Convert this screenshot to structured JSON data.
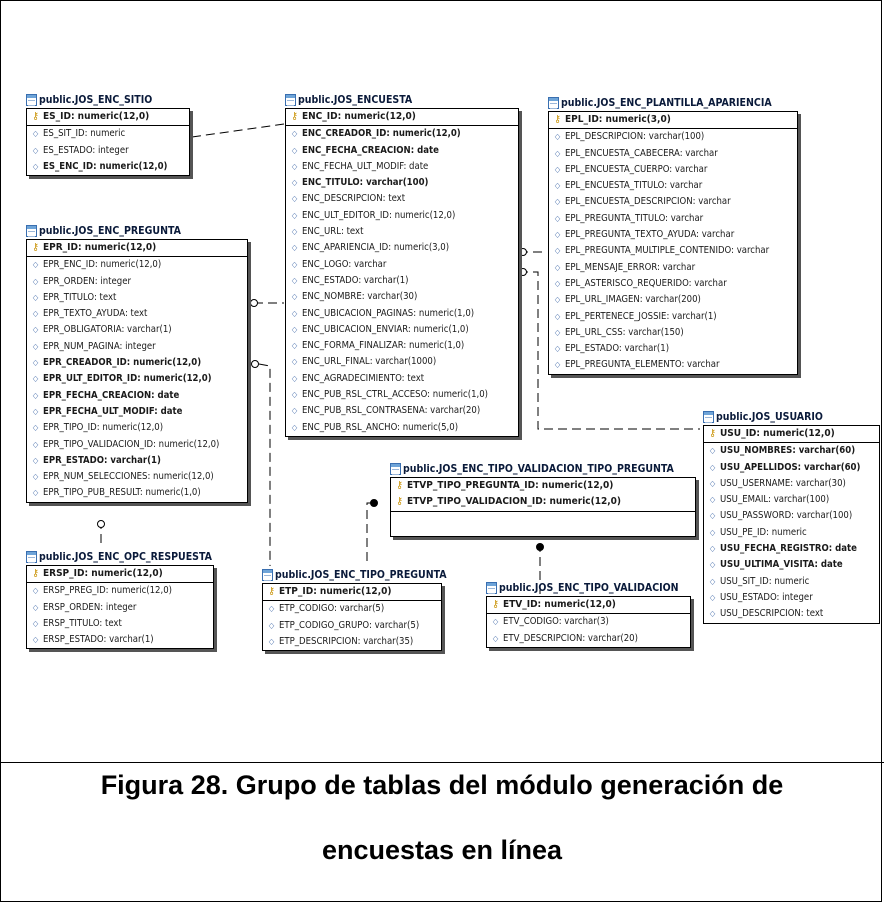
{
  "caption": {
    "line1": "Figura 28. Grupo de tablas  del módulo generación de",
    "line2": "encuestas en línea"
  },
  "tables": [
    {
      "id": "sitio",
      "title": "public.JOS_ENC_SITIO",
      "pk": [
        "ES_ID: numeric(12,0)"
      ],
      "columns": [
        {
          "text": "ES_SIT_ID: numeric",
          "bold": false
        },
        {
          "text": "ES_ESTADO: integer",
          "bold": false
        },
        {
          "text": "ES_ENC_ID: numeric(12,0)",
          "bold": true
        }
      ]
    },
    {
      "id": "encuesta",
      "title": "public.JOS_ENCUESTA",
      "pk": [
        "ENC_ID: numeric(12,0)"
      ],
      "columns": [
        {
          "text": "ENC_CREADOR_ID: numeric(12,0)",
          "bold": true
        },
        {
          "text": "ENC_FECHA_CREACION: date",
          "bold": true
        },
        {
          "text": "ENC_FECHA_ULT_MODIF: date",
          "bold": false
        },
        {
          "text": "ENC_TITULO: varchar(100)",
          "bold": true
        },
        {
          "text": "ENC_DESCRIPCION: text",
          "bold": false
        },
        {
          "text": "ENC_ULT_EDITOR_ID: numeric(12,0)",
          "bold": false
        },
        {
          "text": "ENC_URL: text",
          "bold": false
        },
        {
          "text": "ENC_APARIENCIA_ID: numeric(3,0)",
          "bold": false
        },
        {
          "text": "ENC_LOGO: varchar",
          "bold": false
        },
        {
          "text": "ENC_ESTADO: varchar(1)",
          "bold": false
        },
        {
          "text": "ENC_NOMBRE: varchar(30)",
          "bold": false
        },
        {
          "text": "ENC_UBICACION_PAGINAS: numeric(1,0)",
          "bold": false
        },
        {
          "text": "ENC_UBICACION_ENVIAR: numeric(1,0)",
          "bold": false
        },
        {
          "text": "ENC_FORMA_FINALIZAR: numeric(1,0)",
          "bold": false
        },
        {
          "text": "ENC_URL_FINAL: varchar(1000)",
          "bold": false
        },
        {
          "text": "ENC_AGRADECIMIENTO: text",
          "bold": false
        },
        {
          "text": "ENC_PUB_RSL_CTRL_ACCESO: numeric(1,0)",
          "bold": false
        },
        {
          "text": "ENC_PUB_RSL_CONTRASENA: varchar(20)",
          "bold": false
        },
        {
          "text": "ENC_PUB_RSL_ANCHO: numeric(5,0)",
          "bold": false
        }
      ]
    },
    {
      "id": "plantilla",
      "title": "public.JOS_ENC_PLANTILLA_APARIENCIA",
      "pk": [
        "EPL_ID: numeric(3,0)"
      ],
      "columns": [
        {
          "text": "EPL_DESCRIPCION: varchar(100)",
          "bold": false
        },
        {
          "text": "EPL_ENCUESTA_CABECERA: varchar",
          "bold": false
        },
        {
          "text": "EPL_ENCUESTA_CUERPO: varchar",
          "bold": false
        },
        {
          "text": "EPL_ENCUESTA_TITULO: varchar",
          "bold": false
        },
        {
          "text": "EPL_ENCUESTA_DESCRIPCION: varchar",
          "bold": false
        },
        {
          "text": "EPL_PREGUNTA_TITULO: varchar",
          "bold": false
        },
        {
          "text": "EPL_PREGUNTA_TEXTO_AYUDA: varchar",
          "bold": false
        },
        {
          "text": "EPL_PREGUNTA_MULTIPLE_CONTENIDO: varchar",
          "bold": false
        },
        {
          "text": "EPL_MENSAJE_ERROR: varchar",
          "bold": false
        },
        {
          "text": "EPL_ASTERISCO_REQUERIDO: varchar",
          "bold": false
        },
        {
          "text": "EPL_URL_IMAGEN: varchar(200)",
          "bold": false
        },
        {
          "text": "EPL_PERTENECE_JOSSIE: varchar(1)",
          "bold": false
        },
        {
          "text": "EPL_URL_CSS: varchar(150)",
          "bold": false
        },
        {
          "text": "EPL_ESTADO: varchar(1)",
          "bold": false
        },
        {
          "text": "EPL_PREGUNTA_ELEMENTO: varchar",
          "bold": false
        }
      ]
    },
    {
      "id": "pregunta",
      "title": "public.JOS_ENC_PREGUNTA",
      "pk": [
        "EPR_ID: numeric(12,0)"
      ],
      "columns": [
        {
          "text": "EPR_ENC_ID: numeric(12,0)",
          "bold": false
        },
        {
          "text": "EPR_ORDEN: integer",
          "bold": false
        },
        {
          "text": "EPR_TITULO: text",
          "bold": false
        },
        {
          "text": "EPR_TEXTO_AYUDA: text",
          "bold": false
        },
        {
          "text": "EPR_OBLIGATORIA: varchar(1)",
          "bold": false
        },
        {
          "text": "EPR_NUM_PAGINA: integer",
          "bold": false
        },
        {
          "text": "EPR_CREADOR_ID: numeric(12,0)",
          "bold": true
        },
        {
          "text": "EPR_ULT_EDITOR_ID: numeric(12,0)",
          "bold": true
        },
        {
          "text": "EPR_FECHA_CREACION: date",
          "bold": true
        },
        {
          "text": "EPR_FECHA_ULT_MODIF: date",
          "bold": true
        },
        {
          "text": "EPR_TIPO_ID: numeric(12,0)",
          "bold": false
        },
        {
          "text": "EPR_TIPO_VALIDACION_ID: numeric(12,0)",
          "bold": false
        },
        {
          "text": "EPR_ESTADO: varchar(1)",
          "bold": true
        },
        {
          "text": "EPR_NUM_SELECCIONES: numeric(12,0)",
          "bold": false
        },
        {
          "text": "EPR_TIPO_PUB_RESULT: numeric(1,0)",
          "bold": false
        }
      ]
    },
    {
      "id": "usuario",
      "title": "public.JOS_USUARIO",
      "pk": [
        "USU_ID: numeric(12,0)"
      ],
      "columns": [
        {
          "text": "USU_NOMBRES: varchar(60)",
          "bold": true
        },
        {
          "text": "USU_APELLIDOS: varchar(60)",
          "bold": true
        },
        {
          "text": "USU_USERNAME: varchar(30)",
          "bold": false
        },
        {
          "text": "USU_EMAIL: varchar(100)",
          "bold": false
        },
        {
          "text": "USU_PASSWORD: varchar(100)",
          "bold": false
        },
        {
          "text": "USU_PE_ID: numeric",
          "bold": false
        },
        {
          "text": "USU_FECHA_REGISTRO: date",
          "bold": true
        },
        {
          "text": "USU_ULTIMA_VISITA: date",
          "bold": true
        },
        {
          "text": "USU_SIT_ID: numeric",
          "bold": false
        },
        {
          "text": "USU_ESTADO: integer",
          "bold": false
        },
        {
          "text": "USU_DESCRIPCION: text",
          "bold": false
        }
      ]
    },
    {
      "id": "tvtp",
      "title": "public.JOS_ENC_TIPO_VALIDACION_TIPO_PREGUNTA",
      "pk": [
        "ETVP_TIPO_PREGUNTA_ID: numeric(12,0)",
        "ETVP_TIPO_VALIDACION_ID: numeric(12,0)"
      ],
      "columns": [],
      "empty_section": true
    },
    {
      "id": "opc",
      "title": "public.JOS_ENC_OPC_RESPUESTA",
      "pk": [
        "ERSP_ID: numeric(12,0)"
      ],
      "columns": [
        {
          "text": "ERSP_PREG_ID: numeric(12,0)",
          "bold": false
        },
        {
          "text": "ERSP_ORDEN: integer",
          "bold": false
        },
        {
          "text": "ERSP_TITULO: text",
          "bold": false
        },
        {
          "text": "ERSP_ESTADO: varchar(1)",
          "bold": false
        }
      ]
    },
    {
      "id": "tpreg",
      "title": "public.JOS_ENC_TIPO_PREGUNTA",
      "pk": [
        "ETP_ID: numeric(12,0)"
      ],
      "columns": [
        {
          "text": "ETP_CODIGO: varchar(5)",
          "bold": false
        },
        {
          "text": "ETP_CODIGO_GRUPO: varchar(5)",
          "bold": false
        },
        {
          "text": "ETP_DESCRIPCION: varchar(35)",
          "bold": false
        }
      ]
    },
    {
      "id": "tval",
      "title": "public.JOS_ENC_TIPO_VALIDACION",
      "pk": [
        "ETV_ID: numeric(12,0)"
      ],
      "columns": [
        {
          "text": "ETV_CODIGO: varchar(3)",
          "bold": false
        },
        {
          "text": "ETV_DESCRIPCION: varchar(20)",
          "bold": false
        }
      ]
    }
  ]
}
